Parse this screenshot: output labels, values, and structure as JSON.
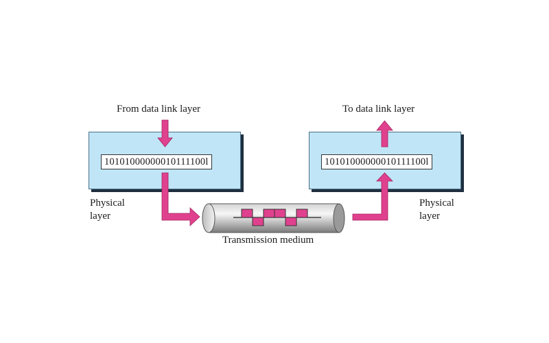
{
  "sender": {
    "input_label": "From data link layer",
    "bits": "10101000000010111100l",
    "layer_label_line1": "Physical",
    "layer_label_line2": "layer"
  },
  "receiver": {
    "output_label": "To data link layer",
    "bits": "10101000000010111100l",
    "layer_label_line1": "Physical",
    "layer_label_line2": "layer"
  },
  "medium": {
    "label": "Transmission medium"
  },
  "colors": {
    "arrow": "#e0418e",
    "box_fill": "#bfe5f7",
    "box_border": "#4a6f86",
    "cable": "#a9a9a9"
  }
}
